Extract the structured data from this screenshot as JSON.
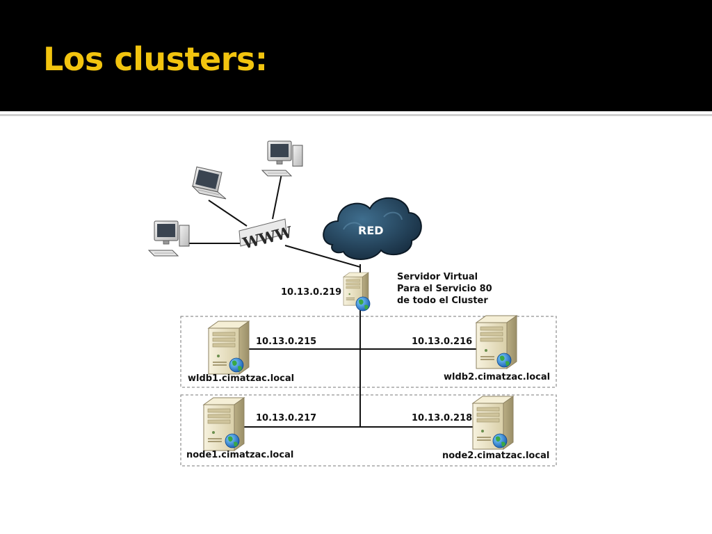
{
  "title": "Los clusters:",
  "colors": {
    "title": "#f2c40f",
    "header_bg": "#000000",
    "cloud": "#1d3447",
    "server": "#ece4c6"
  },
  "diagram": {
    "www_label": "WWW",
    "cloud_label": "RED",
    "virtual_server": {
      "ip": "10.13.0.219",
      "description": [
        "Servidor Virtual",
        "Para el Servicio 80",
        "de todo el Cluster"
      ]
    },
    "clients": [
      {
        "icon": "laptop-icon"
      },
      {
        "icon": "desktop-computer-icon"
      },
      {
        "icon": "desktop-computer-icon"
      }
    ],
    "db_cluster": [
      {
        "host": "wldb1.cimatzac.local",
        "ip": "10.13.0.215"
      },
      {
        "host": "wldb2.cimatzac.local",
        "ip": "10.13.0.216"
      }
    ],
    "node_cluster": [
      {
        "host": "node1.cimatzac.local",
        "ip": "10.13.0.217"
      },
      {
        "host": "node2.cimatzac.local",
        "ip": "10.13.0.218"
      }
    ]
  }
}
